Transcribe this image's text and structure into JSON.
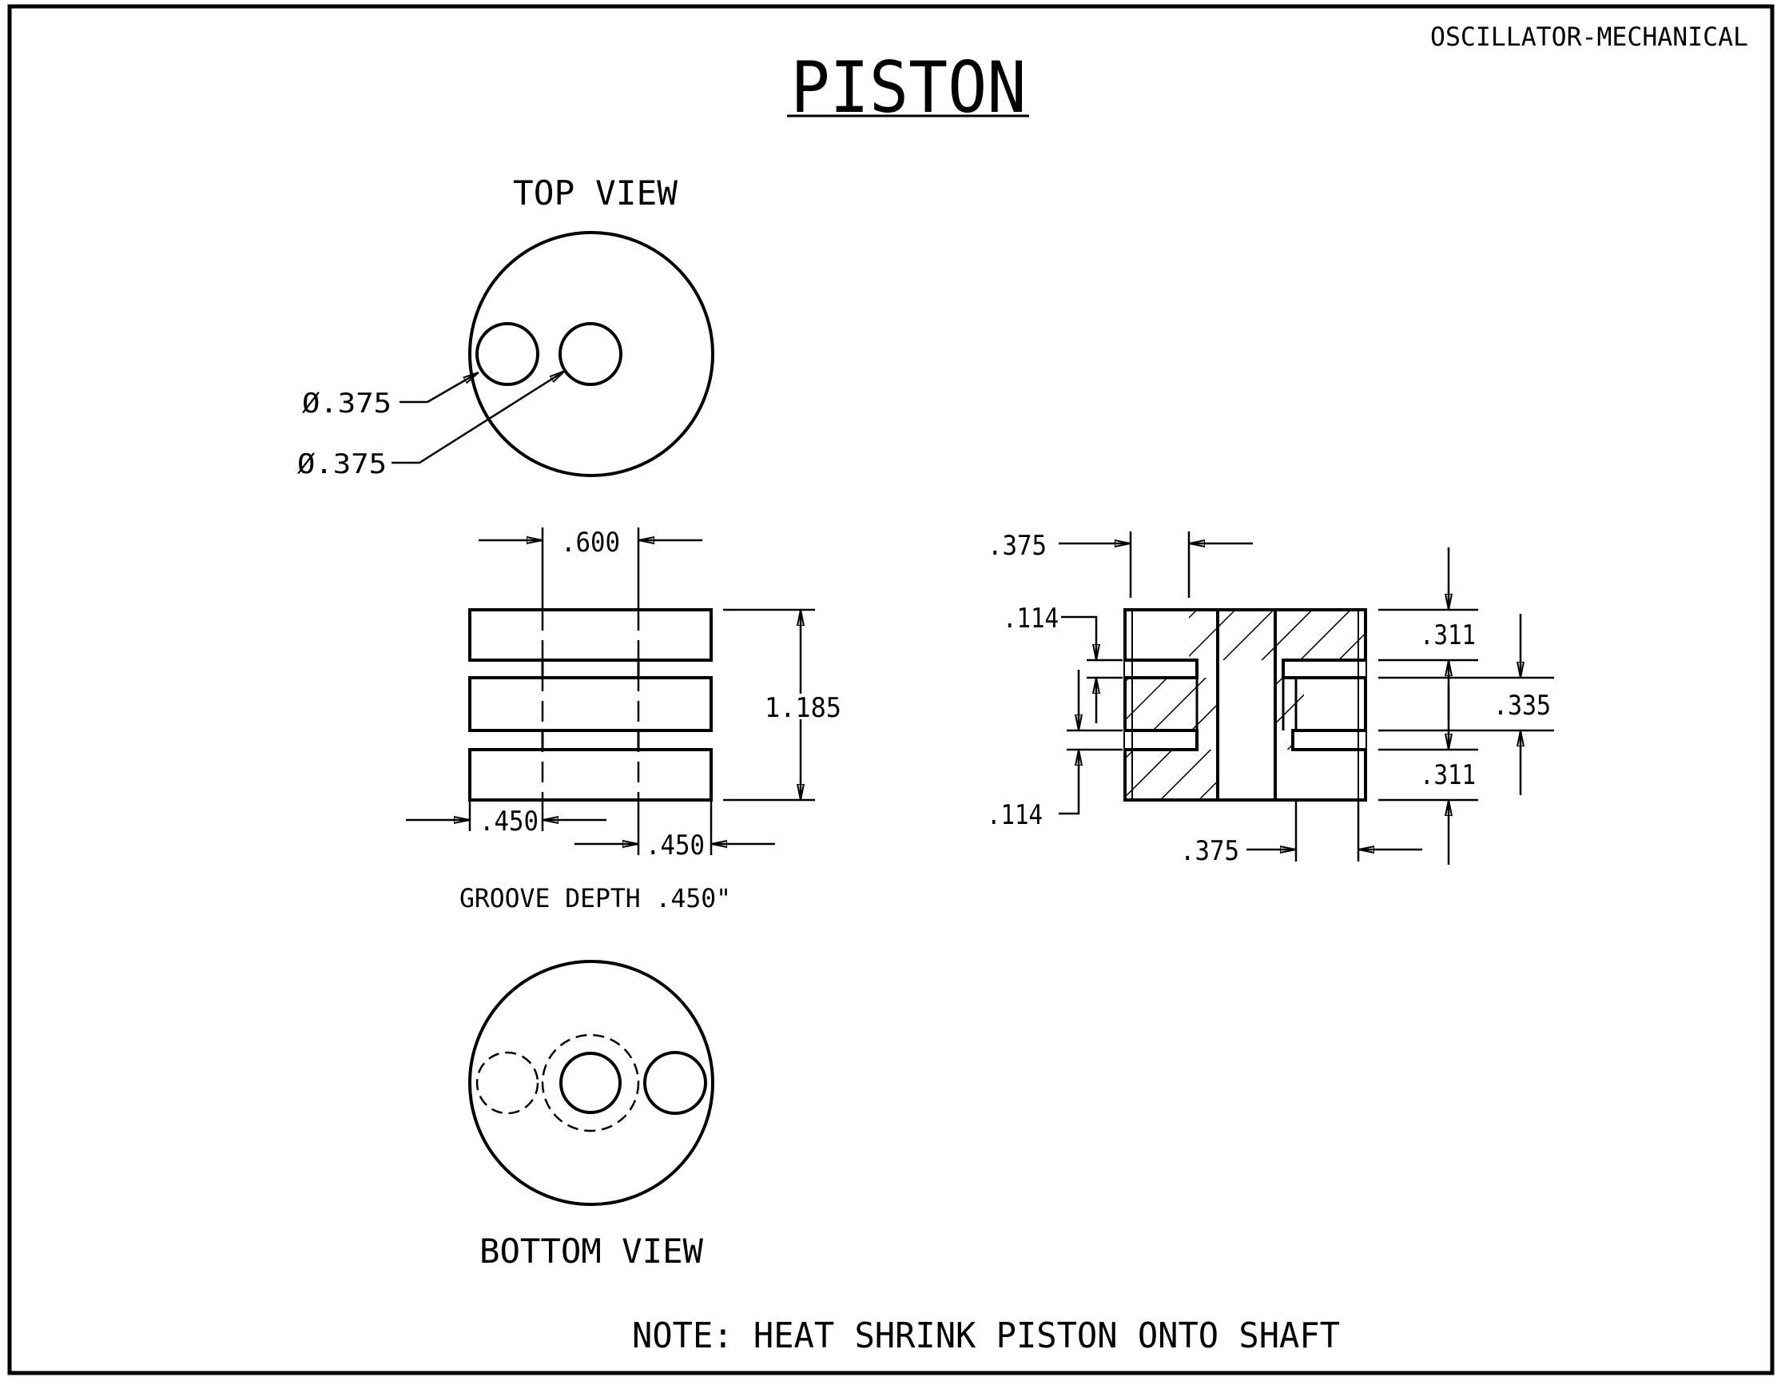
{
  "header": {
    "drawing_id": "OSCILLATOR-MECHANICAL",
    "title": "PISTON"
  },
  "views": {
    "top_label": "TOP VIEW",
    "bottom_label": "BOTTOM VIEW"
  },
  "dimensions": {
    "hole_a": "Ø.375",
    "hole_b": "Ø.375",
    "bore_spacing": ".600",
    "height": "1.185",
    "groove_left": ".450",
    "groove_right": ".450",
    "groove_depth_note": "GROOVE DEPTH .450\"",
    "section_bore_top": ".375",
    "section_bore_bottom": ".375",
    "section_groove_top": ".114",
    "section_groove_bottom": ".114",
    "section_ring_top": ".311",
    "section_ring_mid": ".335",
    "section_ring_bottom": ".311"
  },
  "note": "NOTE: HEAT SHRINK PISTON ONTO SHAFT"
}
